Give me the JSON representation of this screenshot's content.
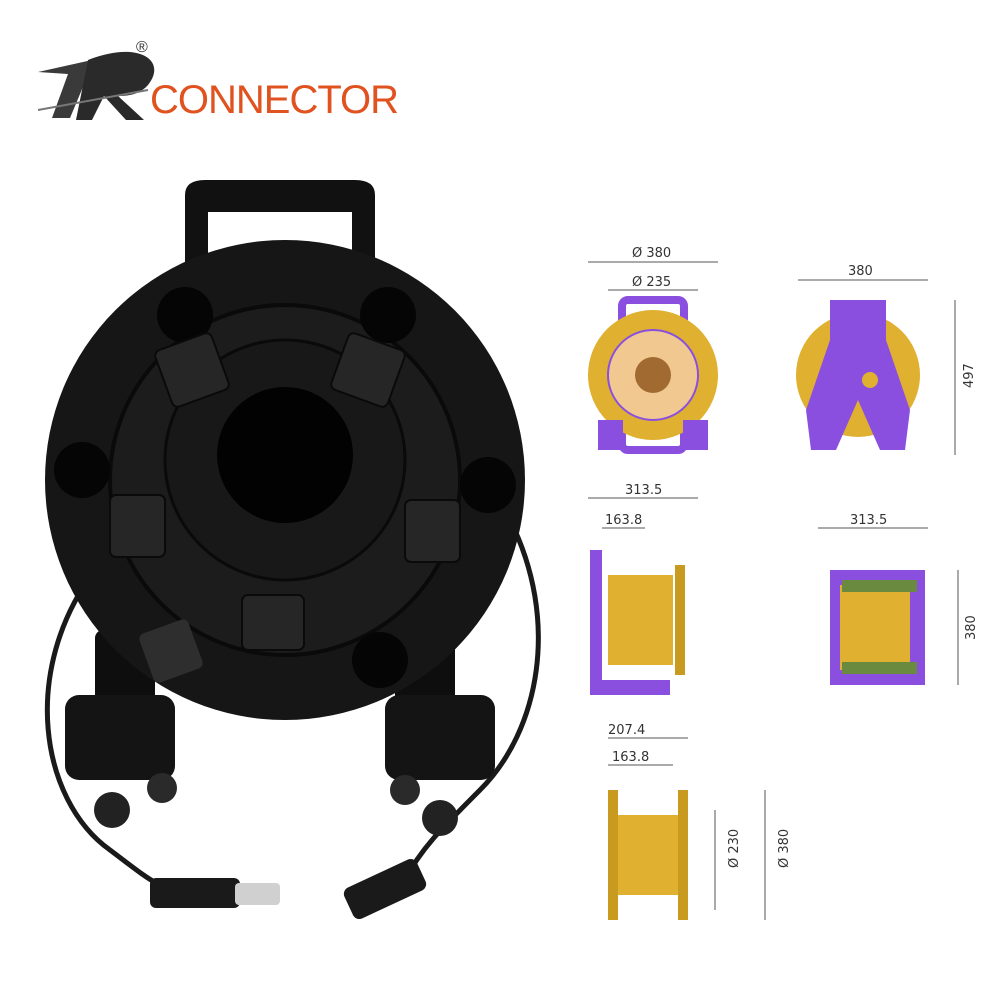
{
  "brand": {
    "name": "CONNECTOR",
    "registered_mark": "®",
    "accent_color": "#e0521f"
  },
  "drawings": {
    "front": {
      "outer_diameter": "Ø 380",
      "inner_diameter": "Ø 235"
    },
    "rear": {
      "width": "380",
      "height": "497"
    },
    "side": {
      "depth": "313.5",
      "drum_depth": "163.8"
    },
    "top": {
      "depth": "313.5",
      "width": "380"
    },
    "drum": {
      "overall": "207.4",
      "drum_depth": "163.8",
      "drum_diameter": "Ø 230",
      "flange_diameter": "Ø 380"
    }
  },
  "colors": {
    "frame": "#8b4fe0",
    "drum": "#e0b030",
    "body": "#151515"
  }
}
